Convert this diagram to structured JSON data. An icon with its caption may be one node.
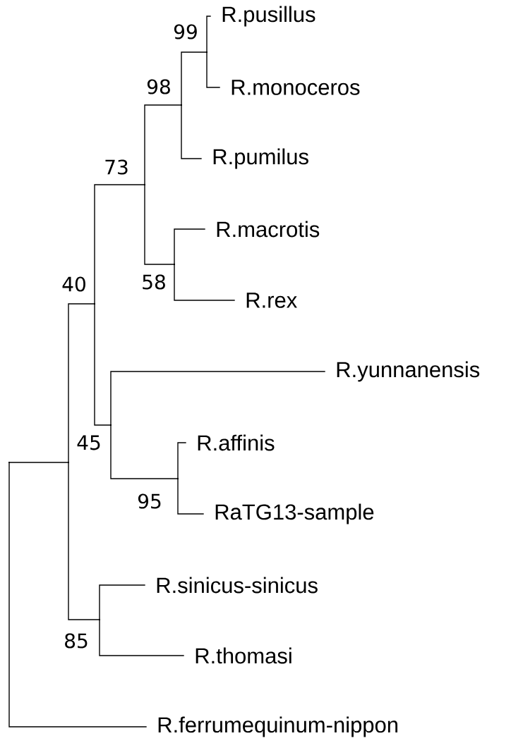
{
  "diagram": {
    "nodes": [
      {
        "text": [
          "R.pusillus"
        ]
      },
      {
        "text": [
          "R.monoceros"
        ]
      },
      {
        "text": [
          "R.pumilus"
        ]
      },
      {
        "text": [
          "R.macrotis"
        ]
      },
      {
        "text": [
          "R.rex"
        ]
      },
      {
        "text": [
          "R.yunnanensis"
        ]
      },
      {
        "text": [
          "R.affinis"
        ]
      },
      {
        "text": [
          "RaTG13-sample"
        ]
      },
      {
        "text": [
          "R.sinicus-sinicus"
        ]
      },
      {
        "text": [
          "R.thomasi"
        ]
      },
      {
        "text": [
          "R.ferrumequinum-nippon"
        ]
      },
      {
        "text": [],
        "shape": "point",
        "beside": [
          "99"
        ]
      },
      {
        "text": [],
        "shape": "point",
        "beside": [
          "98"
        ]
      },
      {
        "text": [],
        "shape": "point",
        "beside": [
          "73"
        ]
      },
      {
        "text": [],
        "shape": "point",
        "beside": [
          "58"
        ]
      },
      {
        "text": [],
        "shape": "point",
        "beside": [
          "40"
        ]
      },
      {
        "text": [],
        "shape": "point",
        "beside": [
          "45"
        ]
      },
      {
        "text": [],
        "shape": "point",
        "beside": [
          "95"
        ]
      },
      {
        "text": [],
        "shape": "point"
      },
      {
        "text": [],
        "shape": "point",
        "beside": [
          "85"
        ]
      },
      {
        "text": [],
        "shape": "point"
      }
    ],
    "edges": [
      {
        "from": 11,
        "to": 0,
        "arrow": "none"
      },
      {
        "from": 11,
        "to": 1,
        "arrow": "none"
      },
      {
        "from": 12,
        "to": 11,
        "arrow": "none"
      },
      {
        "from": 12,
        "to": 2,
        "arrow": "none"
      },
      {
        "from": 13,
        "to": 12,
        "arrow": "none"
      },
      {
        "from": 14,
        "to": 3,
        "arrow": "none"
      },
      {
        "from": 14,
        "to": 4,
        "arrow": "none"
      },
      {
        "from": 13,
        "to": 14,
        "arrow": "none"
      },
      {
        "from": 15,
        "to": 13,
        "arrow": "none"
      },
      {
        "from": 16,
        "to": 5,
        "arrow": "none"
      },
      {
        "from": 17,
        "to": 6,
        "arrow": "none"
      },
      {
        "from": 17,
        "to": 7,
        "arrow": "none"
      },
      {
        "from": 16,
        "to": 17,
        "arrow": "none"
      },
      {
        "from": 15,
        "to": 16,
        "arrow": "none"
      },
      {
        "from": 20,
        "to": 15,
        "arrow": "none"
      },
      {
        "from": 19,
        "to": 8,
        "arrow": "none"
      },
      {
        "from": 19,
        "to": 9,
        "arrow": "none"
      },
      {
        "from": 20,
        "to": 19,
        "arrow": "none"
      },
      {
        "from": 18,
        "to": 20,
        "arrow": "none"
      },
      {
        "from": 18,
        "to": 10,
        "arrow": "none"
      }
    ]
  }
}
